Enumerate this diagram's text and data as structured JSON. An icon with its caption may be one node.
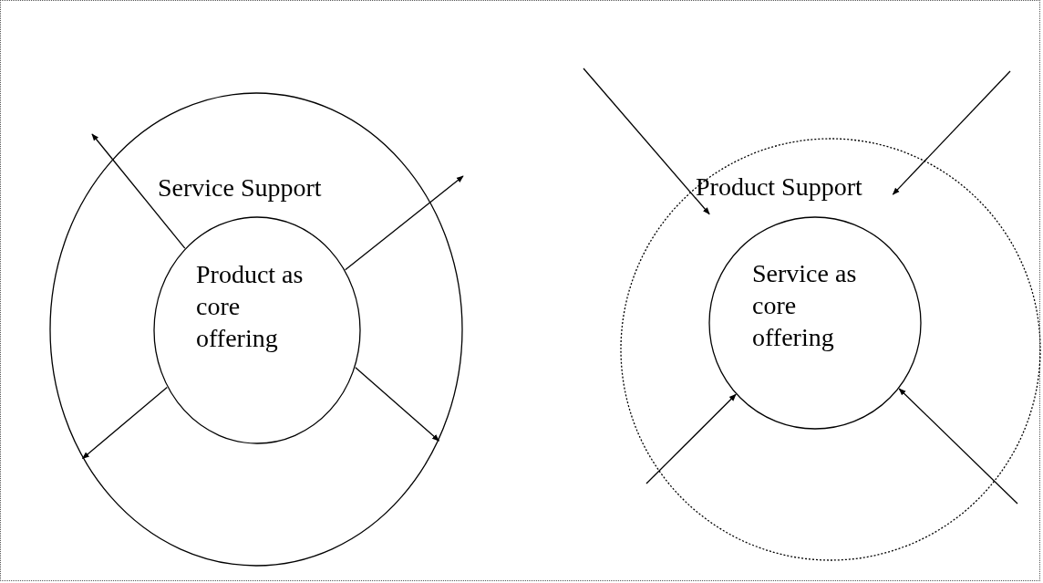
{
  "diagram": {
    "nodes": [
      {
        "text": [
          "Service Support"
        ]
      },
      {
        "text": [
          "Product as core offering"
        ],
        "in": 0
      },
      {
        "text": [
          "Product Support"
        ]
      },
      {
        "text": [
          "Service as core offering"
        ],
        "in": 2
      }
    ],
    "edges": [
      {
        "from": 1,
        "to": null,
        "arrow": "to"
      },
      {
        "from": 1,
        "to": null,
        "arrow": "to"
      },
      {
        "from": 1,
        "to": 0,
        "arrow": "to"
      },
      {
        "from": 1,
        "to": 0,
        "arrow": "to"
      },
      {
        "from": null,
        "to": 2,
        "arrow": "to"
      },
      {
        "from": null,
        "to": 2,
        "arrow": "to"
      },
      {
        "from": null,
        "to": 3,
        "arrow": "to"
      },
      {
        "from": null,
        "to": 3,
        "arrow": "to"
      }
    ]
  }
}
